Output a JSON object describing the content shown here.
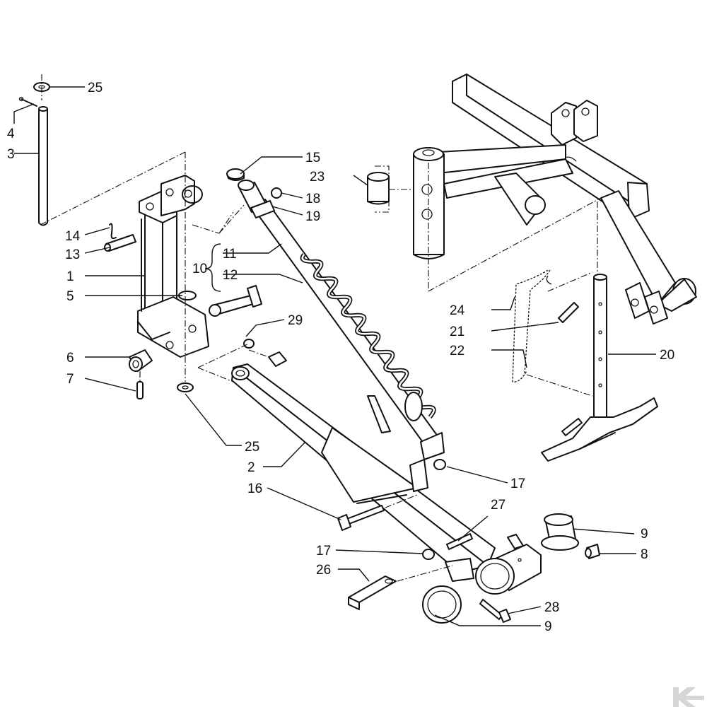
{
  "callouts": [
    {
      "id": "c25a",
      "label": "25"
    },
    {
      "id": "c4",
      "label": "4"
    },
    {
      "id": "c3",
      "label": "3"
    },
    {
      "id": "c14",
      "label": "14"
    },
    {
      "id": "c13",
      "label": "13"
    },
    {
      "id": "c1",
      "label": "1"
    },
    {
      "id": "c5",
      "label": "5"
    },
    {
      "id": "c6",
      "label": "6"
    },
    {
      "id": "c7",
      "label": "7"
    },
    {
      "id": "c25b",
      "label": "25"
    },
    {
      "id": "c15",
      "label": "15"
    },
    {
      "id": "c23",
      "label": "23"
    },
    {
      "id": "c18",
      "label": "18"
    },
    {
      "id": "c19",
      "label": "19"
    },
    {
      "id": "c11",
      "label": "11"
    },
    {
      "id": "c10",
      "label": "10"
    },
    {
      "id": "c12",
      "label": "12"
    },
    {
      "id": "c29",
      "label": "29"
    },
    {
      "id": "c2",
      "label": "2"
    },
    {
      "id": "c16",
      "label": "16"
    },
    {
      "id": "c17a",
      "label": "17"
    },
    {
      "id": "c27",
      "label": "27"
    },
    {
      "id": "c17b",
      "label": "17"
    },
    {
      "id": "c26",
      "label": "26"
    },
    {
      "id": "c28",
      "label": "28"
    },
    {
      "id": "c9a",
      "label": "9"
    },
    {
      "id": "c9b",
      "label": "9"
    },
    {
      "id": "c8",
      "label": "8"
    },
    {
      "id": "c24",
      "label": "24"
    },
    {
      "id": "c21",
      "label": "21"
    },
    {
      "id": "c22",
      "label": "22"
    },
    {
      "id": "c20",
      "label": "20"
    }
  ],
  "logo_icon": "brand-k-arrow-icon"
}
